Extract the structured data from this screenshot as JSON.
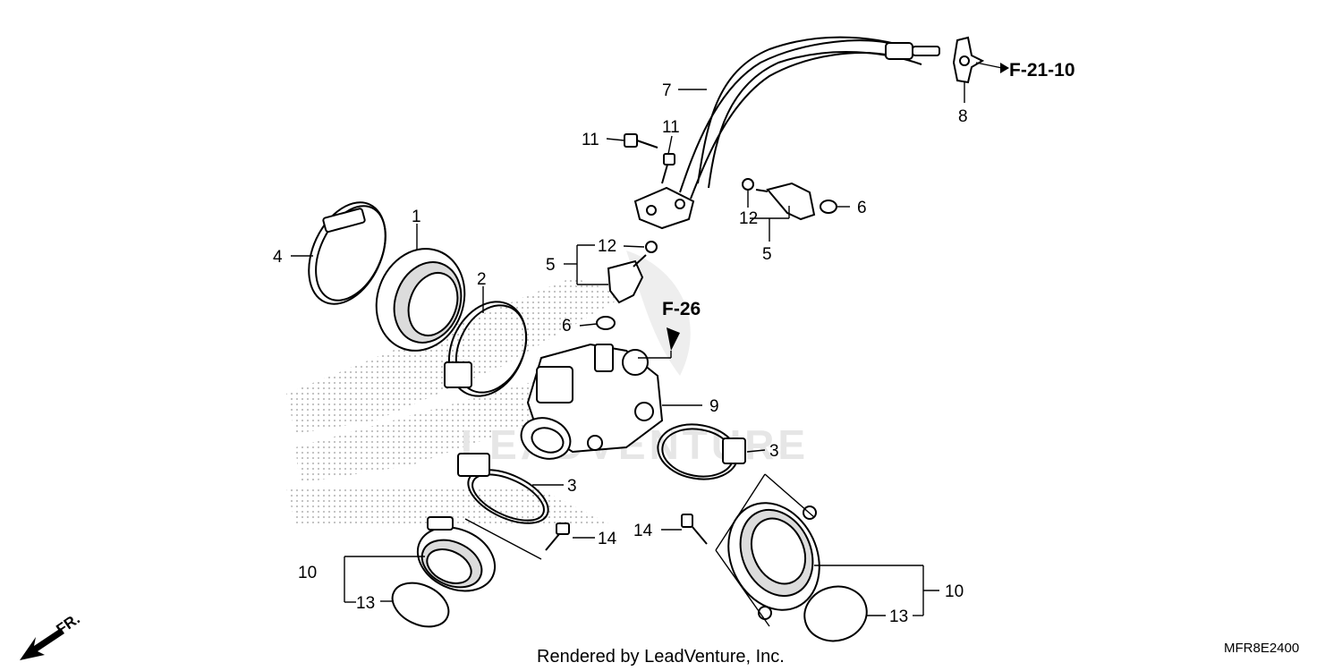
{
  "callouts": {
    "c1": "1",
    "c2": "2",
    "c3a": "3",
    "c3b": "3",
    "c4": "4",
    "c5a": "5",
    "c5b": "5",
    "c6a": "6",
    "c6b": "6",
    "c7": "7",
    "c8": "8",
    "c9": "9",
    "c10a": "10",
    "c10b": "10",
    "c11a": "11",
    "c11b": "11",
    "c12a": "12",
    "c12b": "12",
    "c13a": "13",
    "c13b": "13",
    "c14a": "14",
    "c14b": "14"
  },
  "references": {
    "f26": "F-26",
    "f2110": "F-21-10"
  },
  "watermark": {
    "text": "LEADVENTURE"
  },
  "footer": {
    "credit": "Rendered by LeadVenture, Inc.",
    "diagram_code": "MFR8E2400"
  },
  "direction": {
    "label": "FR."
  },
  "icons": {
    "direction": "front-arrow-icon"
  }
}
